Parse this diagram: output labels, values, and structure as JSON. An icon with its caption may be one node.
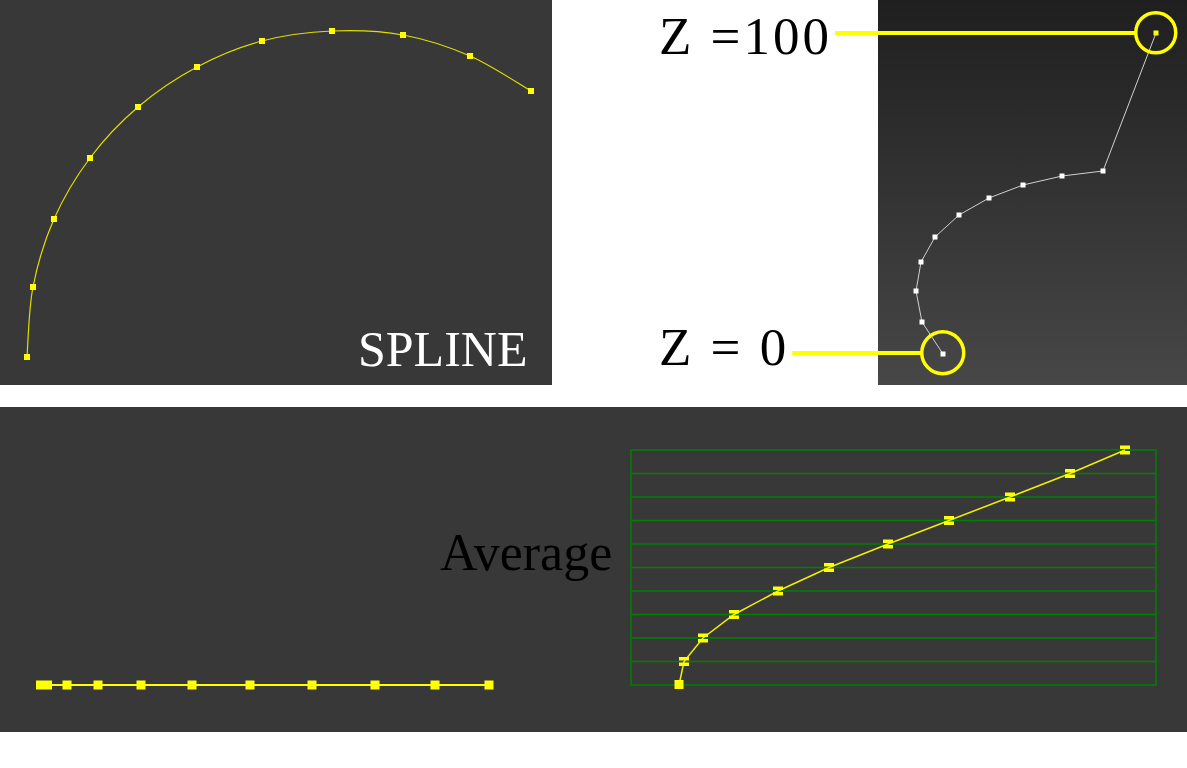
{
  "diagram": {
    "nodes": [
      {
        "text": [
          "Z =100"
        ]
      },
      {
        "text": [],
        "shape": "circle"
      },
      {
        "text": [
          "Z = 0"
        ]
      },
      {
        "text": [],
        "shape": "circle"
      }
    ],
    "edges": [
      {
        "from": 0,
        "to": 1,
        "arrow": "none"
      },
      {
        "from": 2,
        "to": 3,
        "arrow": "none"
      }
    ],
    "labels": [
      "SPLINE",
      "Average"
    ]
  }
}
